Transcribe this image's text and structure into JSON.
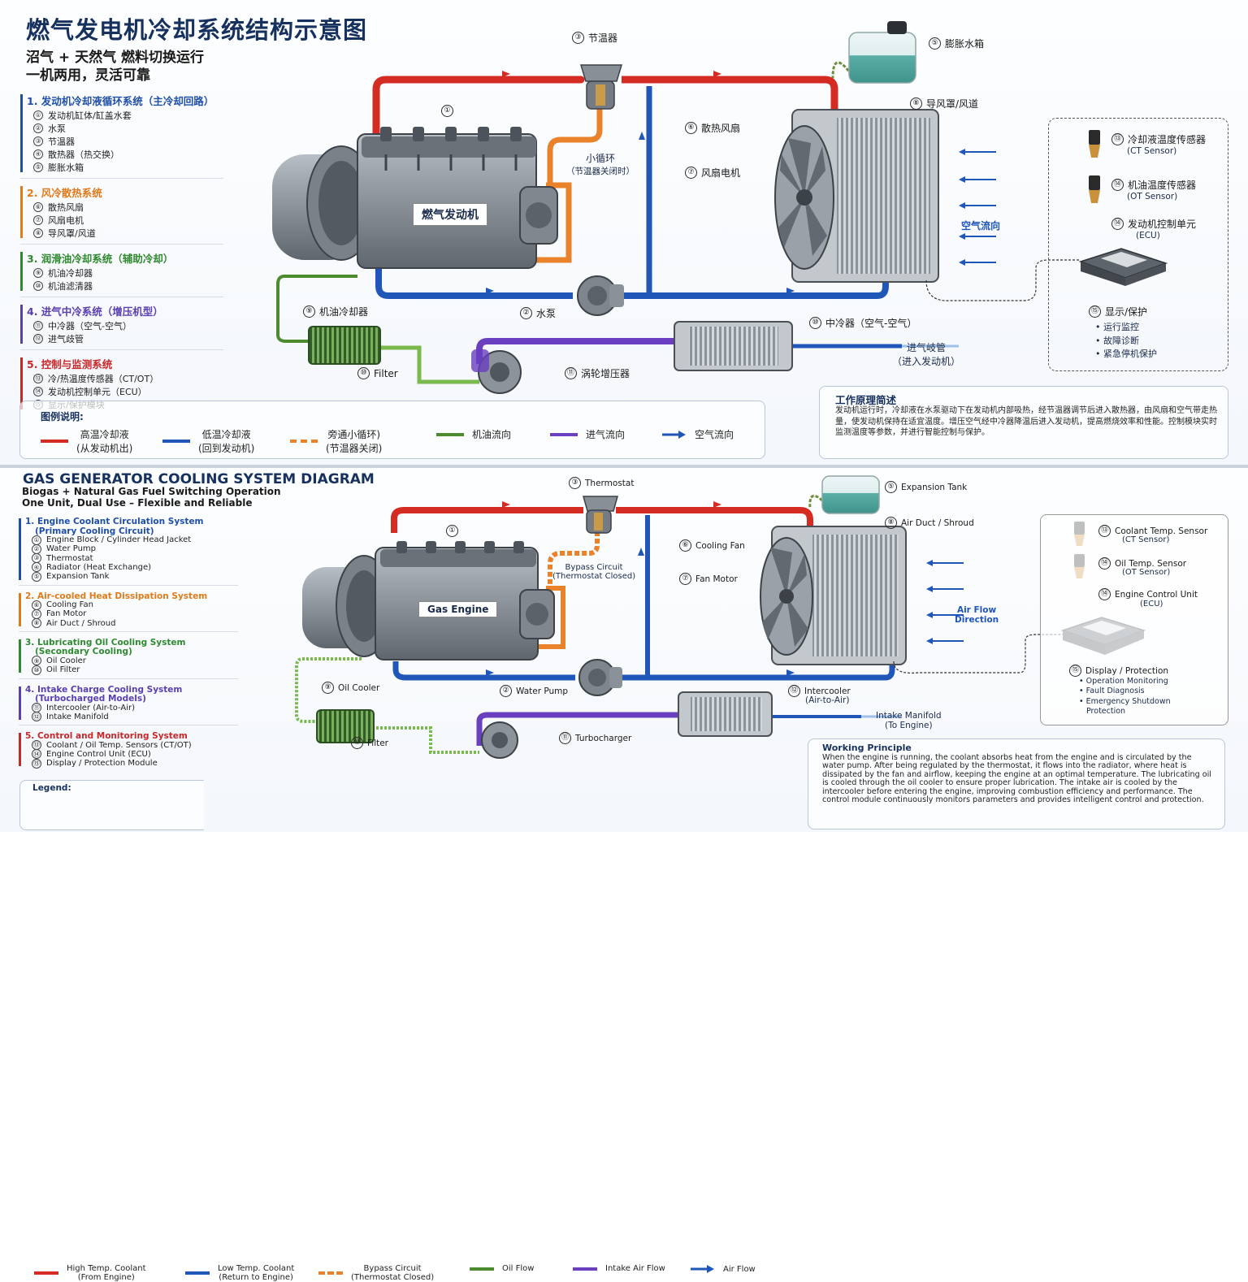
{
  "cn": {
    "title": "燃气发电机冷却系统结构示意图",
    "subtitle1": "沼气 + 天然气  燃料切换运行",
    "subtitle2": "一机两用，灵活可靠",
    "sections": [
      {
        "heading": "1. 发动机冷却液循环系统（主冷却回路）",
        "color": "#1f4fa8",
        "items": [
          [
            "①",
            "发动机缸体/缸盖水套"
          ],
          [
            "②",
            "水泵"
          ],
          [
            "③",
            "节温器"
          ],
          [
            "④",
            "散热器（热交换）"
          ],
          [
            "⑤",
            "膨胀水箱"
          ]
        ]
      },
      {
        "heading": "2. 风冷散热系统",
        "color": "#e07a1a",
        "items": [
          [
            "⑥",
            "散热风扇"
          ],
          [
            "⑦",
            "风扇电机"
          ],
          [
            "⑧",
            "导风罩/风道"
          ]
        ]
      },
      {
        "heading": "3. 润滑油冷却系统（辅助冷却）",
        "color": "#2f8a2f",
        "items": [
          [
            "⑨",
            "机油冷却器"
          ],
          [
            "⑩",
            "机油滤清器"
          ]
        ]
      },
      {
        "heading": "4. 进气中冷系统（增压机型）",
        "color": "#5a3fb0",
        "items": [
          [
            "⑪",
            "中冷器（空气-空气）"
          ],
          [
            "⑫",
            "进气歧管"
          ]
        ]
      },
      {
        "heading": "5. 控制与监测系统",
        "color": "#c8282a",
        "items": [
          [
            "⑬",
            "冷/热温度传感器（CT/OT）"
          ],
          [
            "⑭",
            "发动机控制单元（ECU）"
          ],
          [
            "⑮",
            "显示/保护模块"
          ]
        ]
      }
    ],
    "labels": {
      "thermostat": "节温器",
      "expansion_tank": "膨胀水箱",
      "air_duct": "导风罩/风道",
      "cooling_fan": "散热风扇",
      "fan_motor": "风扇电机",
      "bypass1": "小循环",
      "bypass2": "（节温器关闭时）",
      "engine": "燃气发动机",
      "oil_cooler": "机油冷却器",
      "water_pump": "水泵",
      "filter": "Filter",
      "turbo": "涡轮增压器",
      "intercooler": "中冷器（空气-空气）",
      "manifold1": "进气岐管",
      "manifold2": "（进入发动机）",
      "air_flow": "空气流向",
      "ct1": "冷却液温度传感器",
      "ct2": "(CT Sensor)",
      "ot1": "机油温度传感器",
      "ot2": "(OT Sensor)",
      "ecu1": "发动机控制单元",
      "ecu2": "(ECU)",
      "disp": "显示/保护",
      "disp_items": [
        "运行监控",
        "故障诊断",
        "紧急停机保护"
      ]
    },
    "legend_title": "图例说明:",
    "legend": [
      {
        "label": "高温冷却液",
        "sub": "(从发动机出)",
        "color": "#d42b22",
        "style": "solid"
      },
      {
        "label": "低温冷却液",
        "sub": "(回到发动机)",
        "color": "#1f56b8",
        "style": "solid"
      },
      {
        "label": "旁通小循环)",
        "sub": "(节温器关闭)",
        "color": "#e9822a",
        "style": "dash"
      },
      {
        "label": "机油流向",
        "sub": "",
        "color": "#4c8c2e",
        "style": "solid"
      },
      {
        "label": "进气流向",
        "sub": "",
        "color": "#6a3fc0",
        "style": "solid"
      },
      {
        "label": "空气流向",
        "sub": "",
        "color": "#1f56b8",
        "style": "arrow"
      }
    ],
    "wp_title": "工作原理简述",
    "wp_text": "发动机运行时，冷却液在水泵驱动下在发动机内部吸热，经节温器调节后进入散热器，由风扇和空气带走热量，使发动机保持在适宜温度。增压空气经中冷器降温后进入发动机，提高燃烧效率和性能。控制模块实时监测温度等参数，并进行智能控制与保护。"
  },
  "en": {
    "title": "GAS GENERATOR COOLING SYSTEM DIAGRAM",
    "subtitle1": "Biogas + Natural Gas Fuel Switching Operation",
    "subtitle2": "One Unit, Dual Use – Flexible and Reliable",
    "sections": [
      {
        "heading": "1. Engine Coolant Circulation System",
        "heading2": "(Primary Cooling Circuit)",
        "color": "#1f4fa8",
        "items": [
          [
            "①",
            "Engine Block / Cylinder Head Jacket"
          ],
          [
            "②",
            "Water Pump"
          ],
          [
            "③",
            "Thermostat"
          ],
          [
            "④",
            "Radiator (Heat Exchange)"
          ],
          [
            "⑤",
            "Expansion Tank"
          ]
        ]
      },
      {
        "heading": "2. Air-cooled Heat Dissipation System",
        "heading2": "",
        "color": "#e07a1a",
        "items": [
          [
            "⑥",
            "Cooling Fan"
          ],
          [
            "⑦",
            "Fan Motor"
          ],
          [
            "⑧",
            "Air Duct / Shroud"
          ]
        ]
      },
      {
        "heading": "3. Lubricating Oil Cooling System",
        "heading2": "(Secondary Cooling)",
        "color": "#2f8a2f",
        "items": [
          [
            "⑨",
            "Oil Cooler"
          ],
          [
            "⑩",
            "Oil Filter"
          ]
        ]
      },
      {
        "heading": "4. Intake Charge Cooling System",
        "heading2": "(Turbocharged Models)",
        "color": "#5a3fb0",
        "items": [
          [
            "⑪",
            "Intercooler (Air-to-Air)"
          ],
          [
            "⑫",
            "Intake Manifold"
          ]
        ]
      },
      {
        "heading": "5. Control and Monitoring System",
        "heading2": "",
        "color": "#c8282a",
        "items": [
          [
            "⑬",
            "Coolant / Oil Temp. Sensors (CT/OT)"
          ],
          [
            "⑭",
            "Engine Control Unit (ECU)"
          ],
          [
            "⑮",
            "Display / Protection Module"
          ]
        ]
      }
    ],
    "labels": {
      "thermostat": "Thermostat",
      "expansion_tank": "Expansion Tank",
      "air_duct": "Air Duct / Shroud",
      "cooling_fan": "Cooling Fan",
      "fan_motor": "Fan Motor",
      "bypass1": "Bypass Circuit",
      "bypass2": "(Thermostat Closed)",
      "engine": "Gas Engine",
      "oil_cooler": "Oil Cooler",
      "water_pump": "Water Pump",
      "filter": "Filter",
      "turbo": "Turbocharger",
      "intercooler1": "Intercooler",
      "intercooler2": "(Air-to-Air)",
      "manifold1": "Intake Manifold",
      "manifold2": "(To Engine)",
      "air_flow1": "Air Flow",
      "air_flow2": "Direction",
      "ct1": "Coolant Temp. Sensor",
      "ct2": "(CT Sensor)",
      "ot1": "Oil Temp. Sensor",
      "ot2": "(OT Sensor)",
      "ecu1": "Engine Control Unit",
      "ecu2": "(ECU)",
      "disp": "Display / Protection",
      "disp_items": [
        "Operation Monitoring",
        "Fault Diagnosis",
        "Emergency Shutdown",
        "Protection"
      ]
    },
    "legend_title": "Legend:",
    "legend": [
      {
        "label": "High Temp. Coolant",
        "sub": "(From Engine)",
        "color": "#d42b22",
        "style": "solid"
      },
      {
        "label": "Low Temp. Coolant",
        "sub": "(Return to Engine)",
        "color": "#1f56b8",
        "style": "solid"
      },
      {
        "label": "Bypass Circuit",
        "sub": "(Thermostat Closed)",
        "color": "#e9822a",
        "style": "dash"
      },
      {
        "label": "Oil Flow",
        "sub": "",
        "color": "#4c8c2e",
        "style": "solid"
      },
      {
        "label": "Intake Air Flow",
        "sub": "",
        "color": "#6a3fc0",
        "style": "solid"
      },
      {
        "label": "Air Flow",
        "sub": "",
        "color": "#1f56b8",
        "style": "arrow"
      }
    ],
    "wp_title": "Working Principle",
    "wp_text": "When the engine is running, the coolant absorbs heat from the engine and is circulated by the water pump. After being regulated by the thermostat, it flows into the radiator, where heat is dissipated by the fan and airflow, keeping the engine at an optimal temperature. The lubricating oil is cooled through the oil cooler to ensure proper lubrication. The intake air is cooled by the intercooler before entering the engine, improving combustion efficiency and performance. The control module continuously monitors parameters and provides intelligent control and protection."
  },
  "nums": [
    "①",
    "②",
    "③",
    "④",
    "⑤",
    "⑥",
    "⑦",
    "⑧",
    "⑨",
    "⑩",
    "⑪",
    "⑫",
    "⑬",
    "⑭",
    "⑮"
  ]
}
